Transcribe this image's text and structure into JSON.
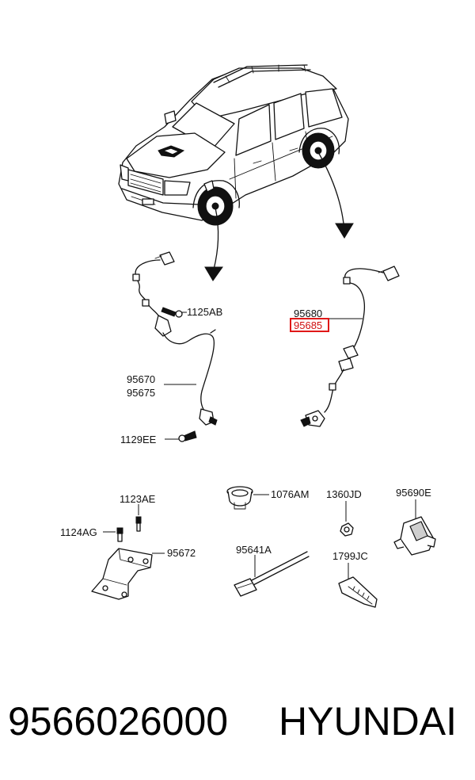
{
  "labels": {
    "bolt_front": "1125AB",
    "sensor_front_1": "95670",
    "sensor_front_2": "95675",
    "bolt_front_lower": "1129EE",
    "sensor_rear_1": "95680",
    "sensor_rear_2": "95685",
    "bolt_bracket": "1123AE",
    "nut_bracket": "1124AG",
    "bracket": "95672",
    "grommet": "1076AM",
    "nut": "1360JD",
    "sensor_module": "95690E",
    "cable": "95641A",
    "clip": "1799JC"
  },
  "highlight": {
    "label": "95685",
    "color": "#e01818"
  },
  "footer": {
    "part_number": "9566026000",
    "brand": "HYUNDAI"
  }
}
